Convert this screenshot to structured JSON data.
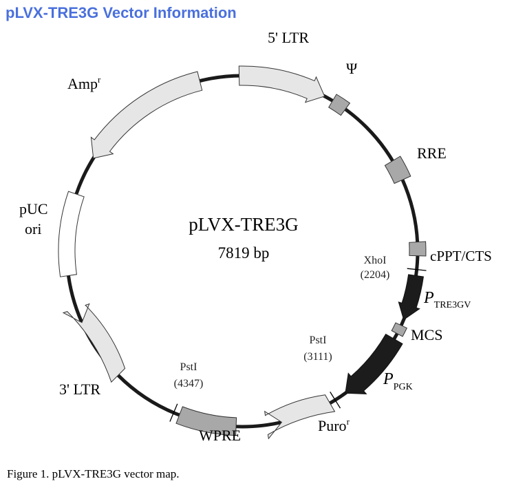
{
  "page": {
    "heading": "pLVX-TRE3G Vector Information",
    "caption": "Figure 1. pLVX-TRE3G vector map."
  },
  "colors": {
    "heading": "#4a70dd",
    "backbone": "#1a1a1a",
    "light_feature": "#e6e6e6",
    "medium_feature": "#a8a8a8",
    "dark_feature": "#1c1c1c",
    "ori_feature": "#ffffff"
  },
  "plasmid": {
    "name": "pLVX-TRE3G",
    "size": "7819 bp"
  },
  "features": {
    "ltr5": "5' LTR",
    "psi": "Ψ",
    "rre": "RRE",
    "cppt": "cPPT/CTS",
    "ptre_main": "P",
    "ptre_sub": "TRE3GV",
    "mcs": "MCS",
    "ppgk_main": "P",
    "ppgk_sub": "PGK",
    "puro_main": "Puro",
    "puro_sup": "r",
    "wpre": "WPRE",
    "ltr3": "3' LTR",
    "puc_line1": "pUC",
    "puc_line2": "ori",
    "amp_main": "Amp",
    "amp_sup": "r"
  },
  "sites": {
    "xhoi_name": "XhoI",
    "xhoi_pos": "(2204)",
    "psti1_name": "PstI",
    "psti1_pos": "(3111)",
    "psti2_name": "PstI",
    "psti2_pos": "(4347)"
  }
}
